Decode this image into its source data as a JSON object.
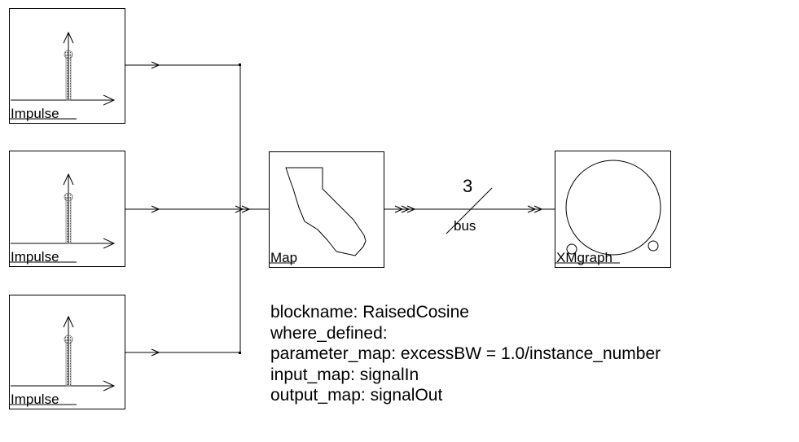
{
  "blocks": {
    "impulse_1": {
      "label": "Impulse"
    },
    "impulse_2": {
      "label": "Impulse"
    },
    "impulse_3": {
      "label": "Impulse"
    },
    "map": {
      "label": "Map"
    },
    "xmgraph": {
      "label": "XMgraph"
    }
  },
  "bus": {
    "width": "3",
    "label": "bus"
  },
  "info": {
    "blockname": "blockname:  RaisedCosine",
    "where_defined": "where_defined:",
    "parameter_map": "parameter_map: excessBW = 1.0/instance_number",
    "input_map": "input_map: signalIn",
    "output_map": "output_map: signalOut"
  },
  "icons": {
    "impulse": "impulse-stem-icon",
    "map": "california-map-icon",
    "xmgraph": "xmgraph-display-icon"
  },
  "colors": {
    "line": "#000000",
    "impulse_dot": "#888888",
    "background": "#ffffff"
  }
}
